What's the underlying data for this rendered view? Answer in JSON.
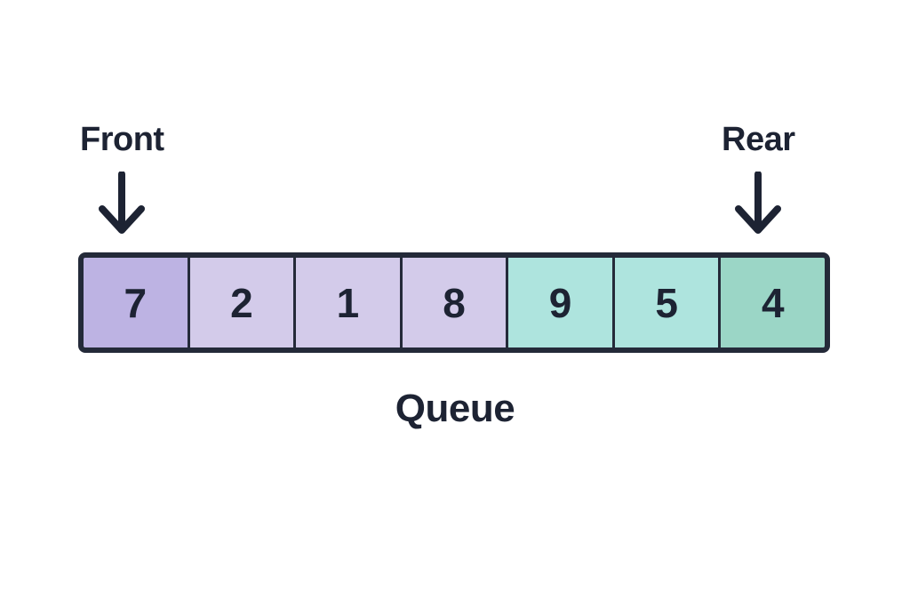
{
  "diagram": {
    "caption": "Queue",
    "background_color": "#ffffff",
    "ink_color": "#1d2333",
    "border_color": "#242a39"
  },
  "pointers": [
    {
      "id": "front",
      "label": "Front",
      "icon": "arrow-down-icon",
      "targets_cell_index": 0
    },
    {
      "id": "rear",
      "label": "Rear",
      "icon": "arrow-down-icon",
      "targets_cell_index": 6
    }
  ],
  "queue": {
    "name": "Queue",
    "capacity": 7,
    "cells": [
      {
        "value": "7",
        "fill": "#bdb3e3",
        "role": "front"
      },
      {
        "value": "2",
        "fill": "#d3cbea",
        "role": "middle"
      },
      {
        "value": "1",
        "fill": "#d3cbea",
        "role": "middle"
      },
      {
        "value": "8",
        "fill": "#d3cbea",
        "role": "middle"
      },
      {
        "value": "9",
        "fill": "#aee4de",
        "role": "middle"
      },
      {
        "value": "5",
        "fill": "#aee4de",
        "role": "middle"
      },
      {
        "value": "4",
        "fill": "#9bd6c6",
        "role": "rear"
      }
    ]
  }
}
